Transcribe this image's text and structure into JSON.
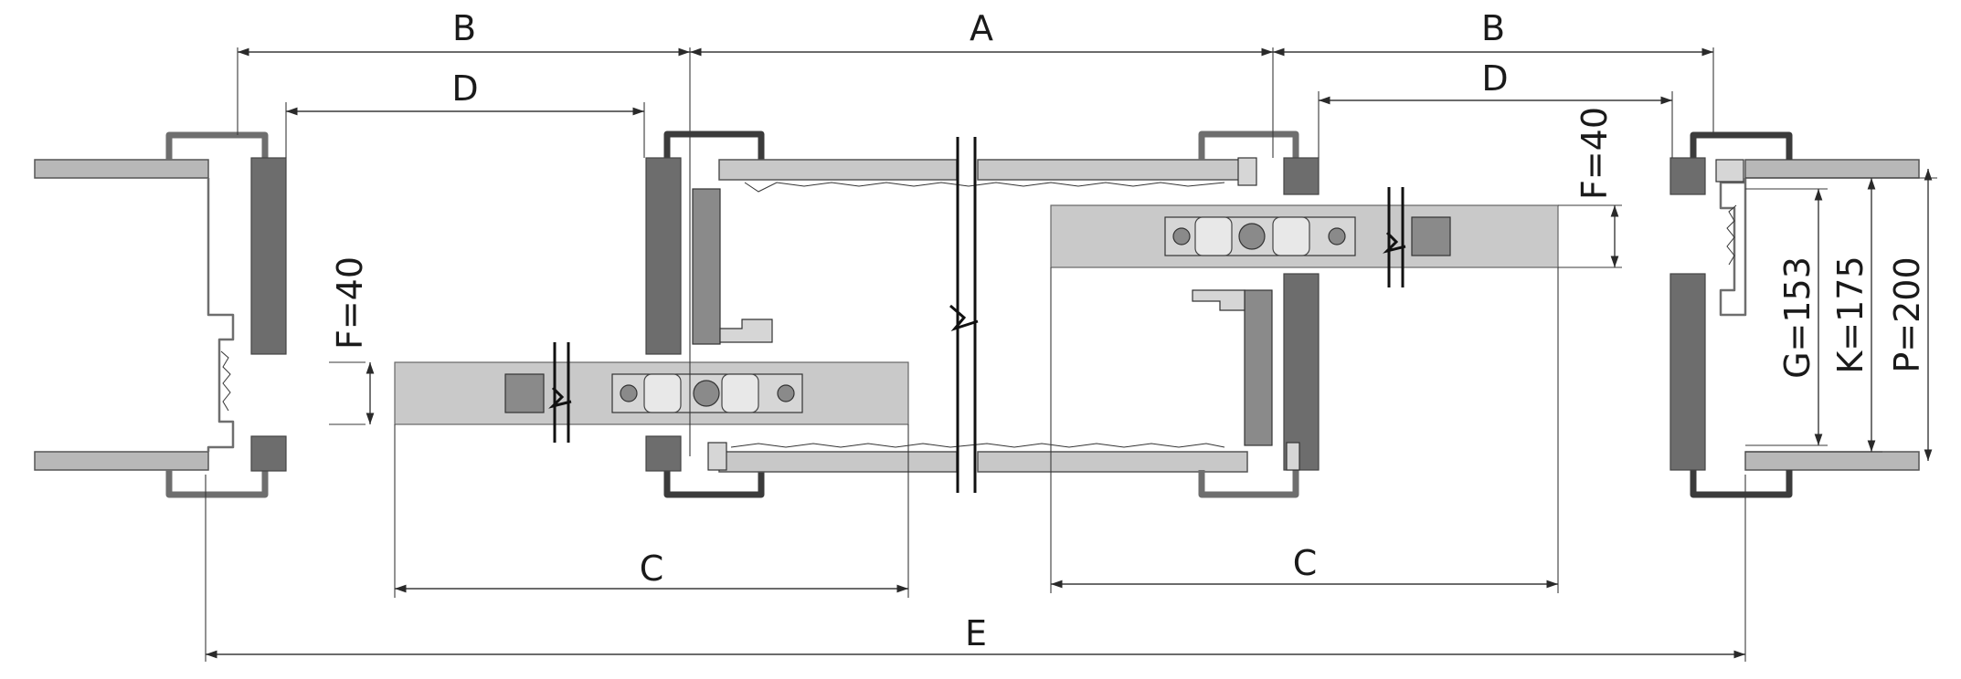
{
  "labels": {
    "a": "A",
    "b": "B",
    "c": "C",
    "d": "D",
    "e": "E",
    "f": "F=40",
    "g": "G=153",
    "k": "K=175",
    "p": "P=200"
  }
}
